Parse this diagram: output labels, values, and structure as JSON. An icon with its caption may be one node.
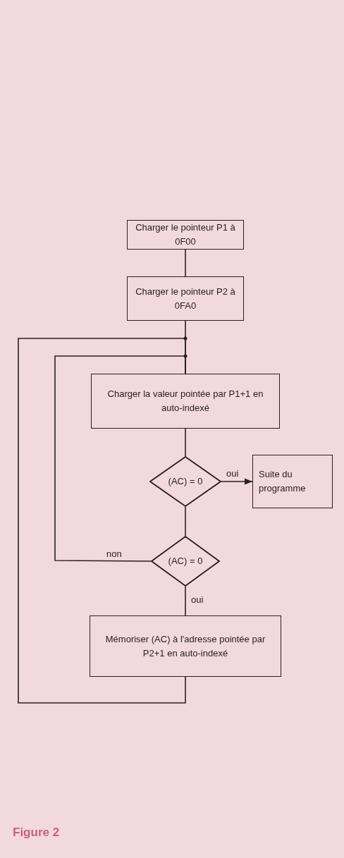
{
  "diagram": {
    "caption": "Figure 2",
    "nodes": [
      {
        "text": [
          "Charger le pointeur P1 à 0F00"
        ]
      },
      {
        "text": [
          "Charger le pointeur P2 à 0FA0"
        ]
      },
      {
        "text": [
          "Charger la valeur pointée par P1+1 en auto-indexé"
        ]
      },
      {
        "text": [
          "(AC) = 0"
        ]
      },
      {
        "text": [
          "Suite du programme"
        ]
      },
      {
        "text": [
          "(AC) = 0"
        ]
      },
      {
        "text": [
          "Mémoriser (AC) à l'adresse pointée par P2+1 en auto-indexé"
        ]
      }
    ],
    "edges": [
      {
        "from": 0,
        "to": 1,
        "arrow": "none"
      },
      {
        "from": 1,
        "to": 2,
        "arrow": "none"
      },
      {
        "from": 2,
        "to": 3,
        "arrow": "none"
      },
      {
        "from": 3,
        "to": 4,
        "arrow": "to",
        "label": "oui"
      },
      {
        "from": 3,
        "to": 5,
        "arrow": "none"
      },
      {
        "from": 5,
        "to": 6,
        "arrow": "none",
        "label": "oui"
      },
      {
        "from": 5,
        "to": 2,
        "arrow": "none",
        "label": "non"
      },
      {
        "from": 6,
        "to": 2,
        "arrow": "none"
      }
    ]
  }
}
